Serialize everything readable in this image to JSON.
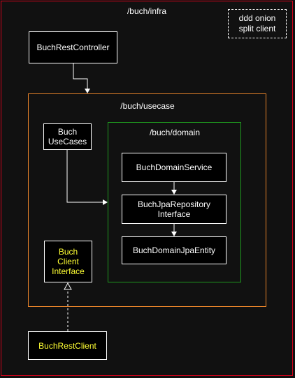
{
  "diagram": {
    "infra_title": "/buch/infra",
    "note": "ddd onion\nsplit client",
    "usecase_title": "/buch/usecase",
    "domain_title": "/buch/domain",
    "nodes": {
      "rest_controller": "BuchRestController",
      "use_cases": "Buch\nUseCases",
      "domain_service": "BuchDomainService",
      "jpa_repository": "BuchJpaRepository\nInterface",
      "jpa_entity": "BuchDomainJpaEntity",
      "client_interface": "Buch\nClient\nInterface",
      "rest_client": "BuchRestClient"
    },
    "colors": {
      "background": "#111111",
      "infra_border": "#d0021b",
      "usecase_border": "#e8832a",
      "domain_border": "#1f9a1f",
      "highlight_text": "#ffff33"
    }
  }
}
